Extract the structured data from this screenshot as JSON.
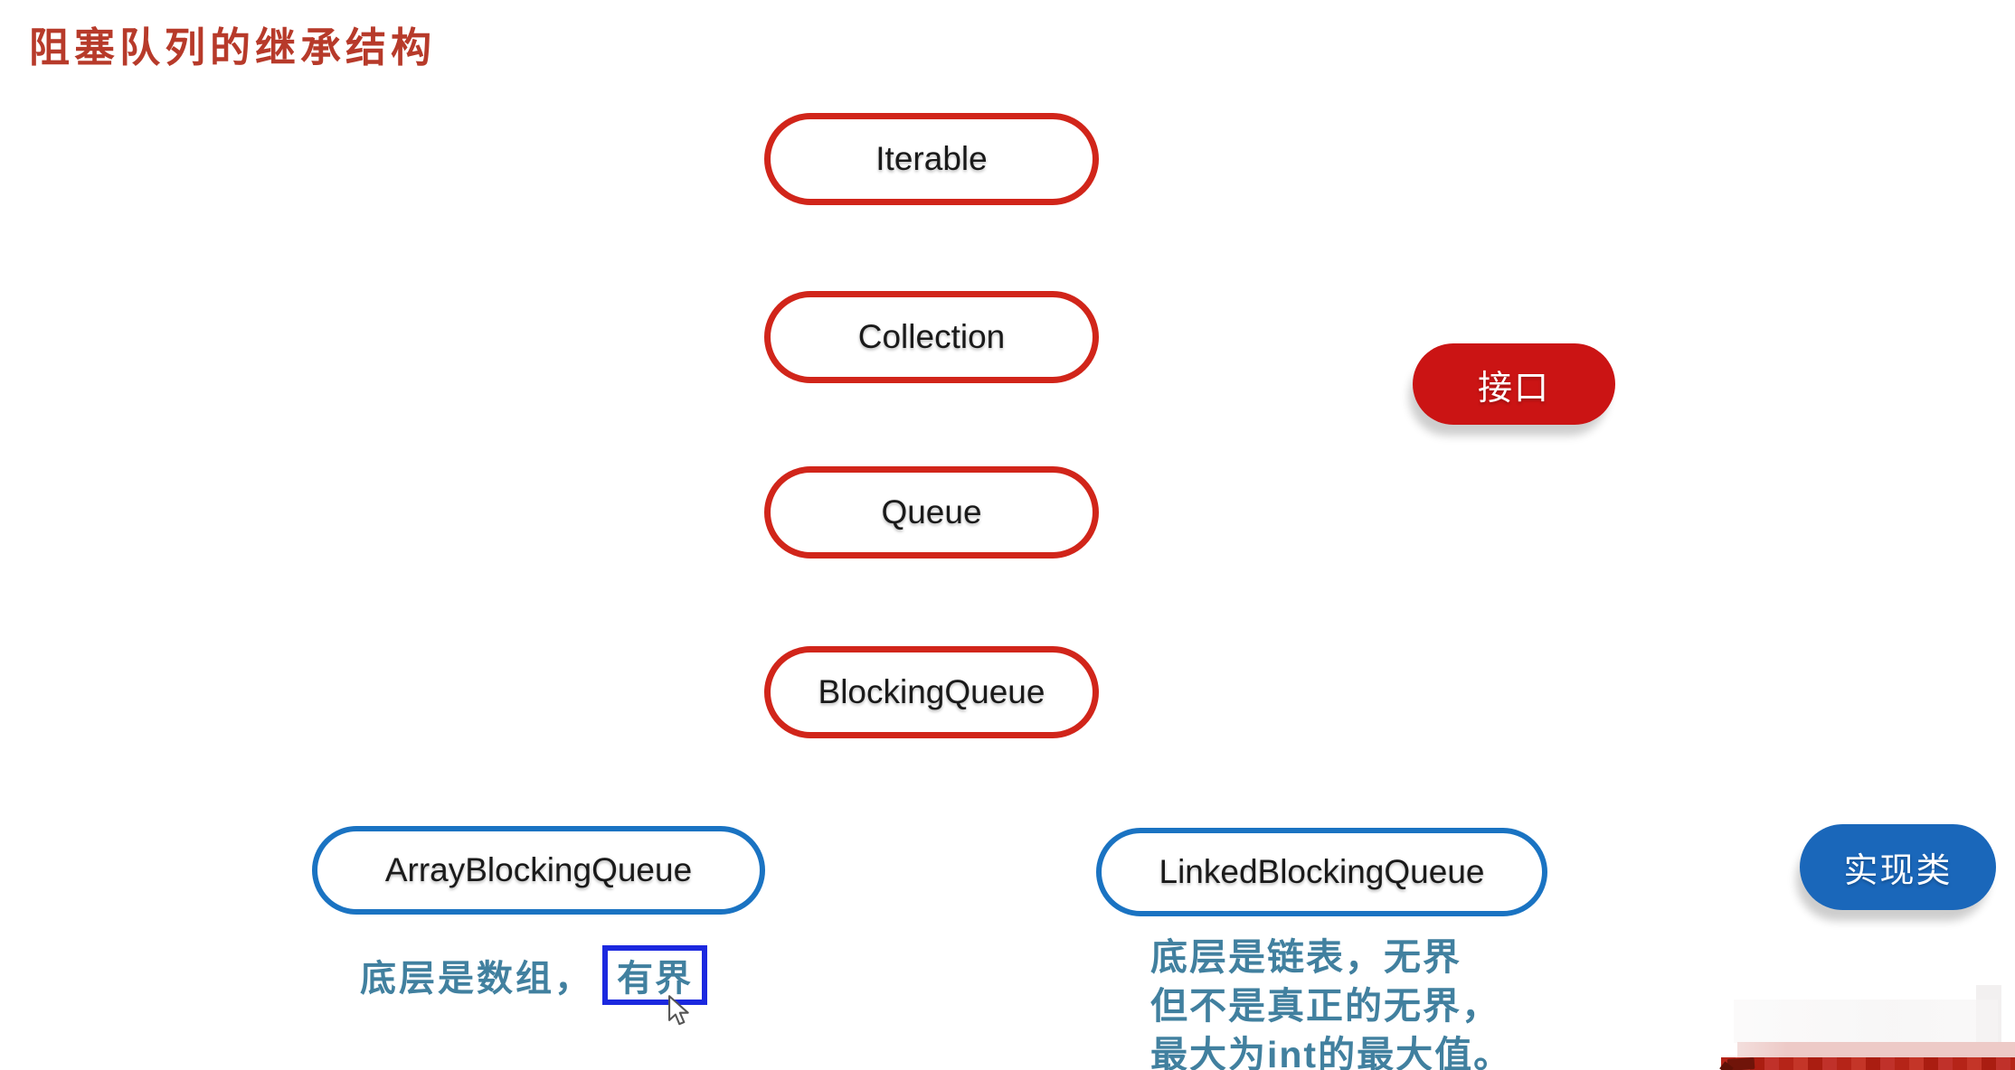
{
  "page_title": "阻塞队列的继承结构",
  "interface_chain": {
    "legend_label": "接口",
    "items": [
      {
        "label": "Iterable"
      },
      {
        "label": "Collection"
      },
      {
        "label": "Queue"
      },
      {
        "label": "BlockingQueue"
      }
    ]
  },
  "implementations": {
    "legend_label": "实现类",
    "array": {
      "label": "ArrayBlockingQueue",
      "note_prefix": "底层是数组，",
      "note_highlight": "有界"
    },
    "linked": {
      "label": "LinkedBlockingQueue",
      "note_lines": [
        "底层是链表，无界",
        "但不是真正的无界，",
        "最大为int的最大值。"
      ]
    }
  },
  "colors": {
    "title_red": "#b73a2a",
    "pill_red": "#d1251a",
    "legend_red": "#cb1414",
    "pill_blue": "#1a73c2",
    "legend_blue": "#1a67ba",
    "note_teal": "#41809f",
    "highlight_blue": "#1b28df",
    "wm_pink": "#edcac7",
    "wm_red": "#b52418",
    "wm_dark": "#701409"
  }
}
